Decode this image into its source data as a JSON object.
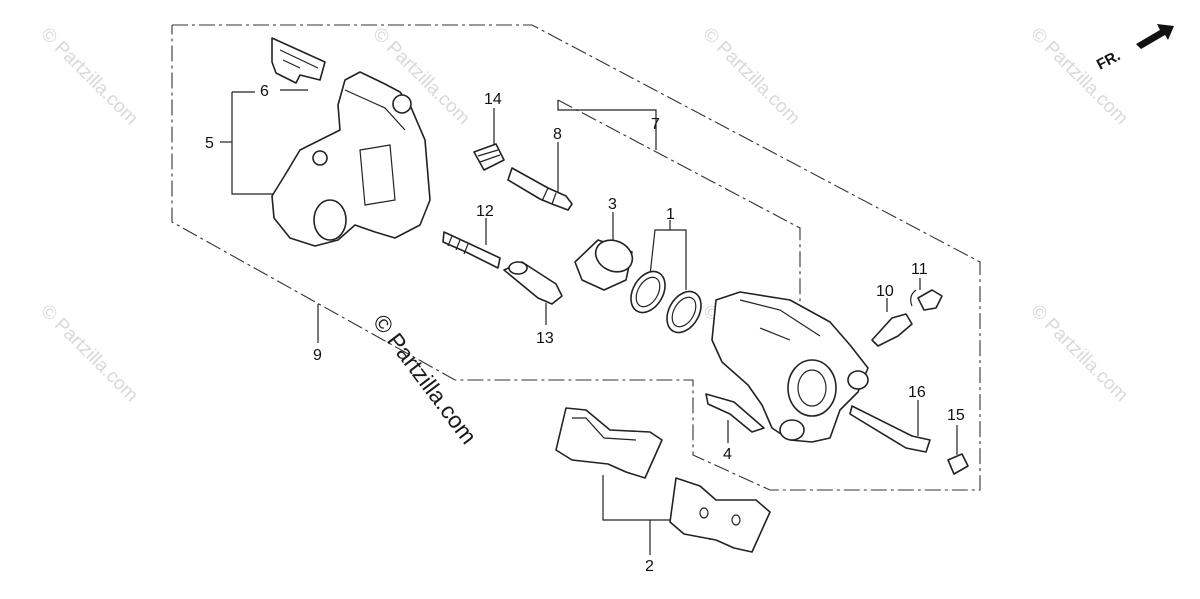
{
  "diagram": {
    "direction_label": "FR.",
    "watermark": "© Partzilla.com",
    "callouts": {
      "c1": "1",
      "c2": "2",
      "c3": "3",
      "c4": "4",
      "c5": "5",
      "c6": "6",
      "c7": "7",
      "c8": "8",
      "c9": "9",
      "c10": "10",
      "c11": "11",
      "c12": "12",
      "c13": "13",
      "c14": "14",
      "c15": "15",
      "c16": "16"
    }
  }
}
